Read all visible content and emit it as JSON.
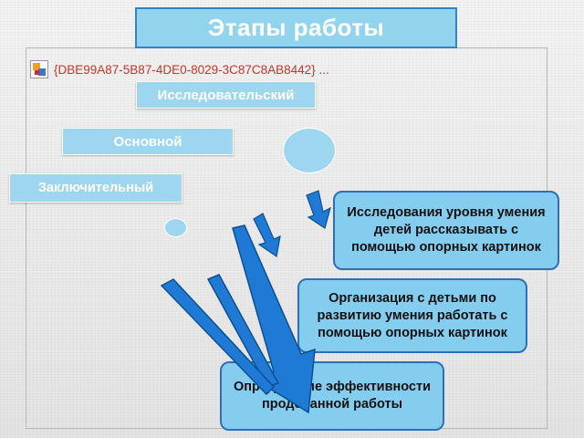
{
  "title": "Этапы работы",
  "object_placeholder": "{DBE99A87-5B87-4DE0-8029-3C87C8AB8442} ...",
  "stages": [
    {
      "label": "Исследовательский"
    },
    {
      "label": "Основной"
    },
    {
      "label": "Заключительный"
    }
  ],
  "descriptions": [
    {
      "text": "Исследования уровня умения детей рассказывать с помощью опорных картинок"
    },
    {
      "text": "Организация с детьми по развитию умения работать с помощью опорных картинок"
    },
    {
      "text": "Определение эффективности проделанной работы"
    }
  ],
  "colors": {
    "accent_blue": "#2e6fb8",
    "light_blue": "#9ed6ef",
    "arrow_blue": "#1f7ad6"
  }
}
